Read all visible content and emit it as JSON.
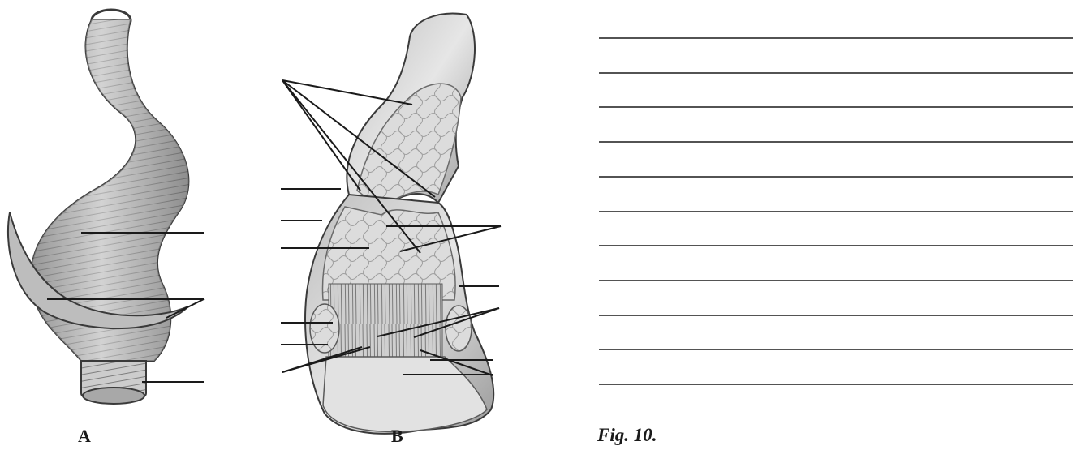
{
  "figure": {
    "panel_a_label": "A",
    "panel_b_label": "B",
    "caption": "Fig. 10.",
    "answer_line_count": 11,
    "colors": {
      "ink": "#1a1a1a",
      "drawing_light": "#c8c8c8",
      "drawing_mid": "#8a8a8a",
      "drawing_dark": "#3a3a3a"
    }
  }
}
